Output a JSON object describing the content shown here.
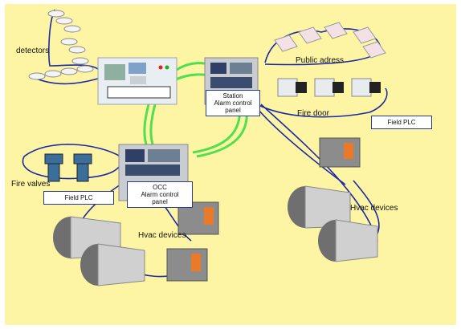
{
  "labels": {
    "detectors": "detectors",
    "public_address": "Public adress",
    "fire_door": "Fire door",
    "field_plc_right": "Field PLC",
    "fire_valves": "Fire valves",
    "field_plc_left": "Field PLC",
    "hvac_right": "Hvac devices",
    "hvac_left": "Hvac devices"
  },
  "panels": {
    "station": {
      "line1": "Station",
      "line2": "Alarm control",
      "line3": "panel"
    },
    "occ": {
      "line1": "OCC",
      "line2": "Alarm control",
      "line3": "panel"
    }
  },
  "colors": {
    "background": "#fdf5a3",
    "bus_ring": "#4fe04f",
    "field_link": "#1a2aa8"
  }
}
